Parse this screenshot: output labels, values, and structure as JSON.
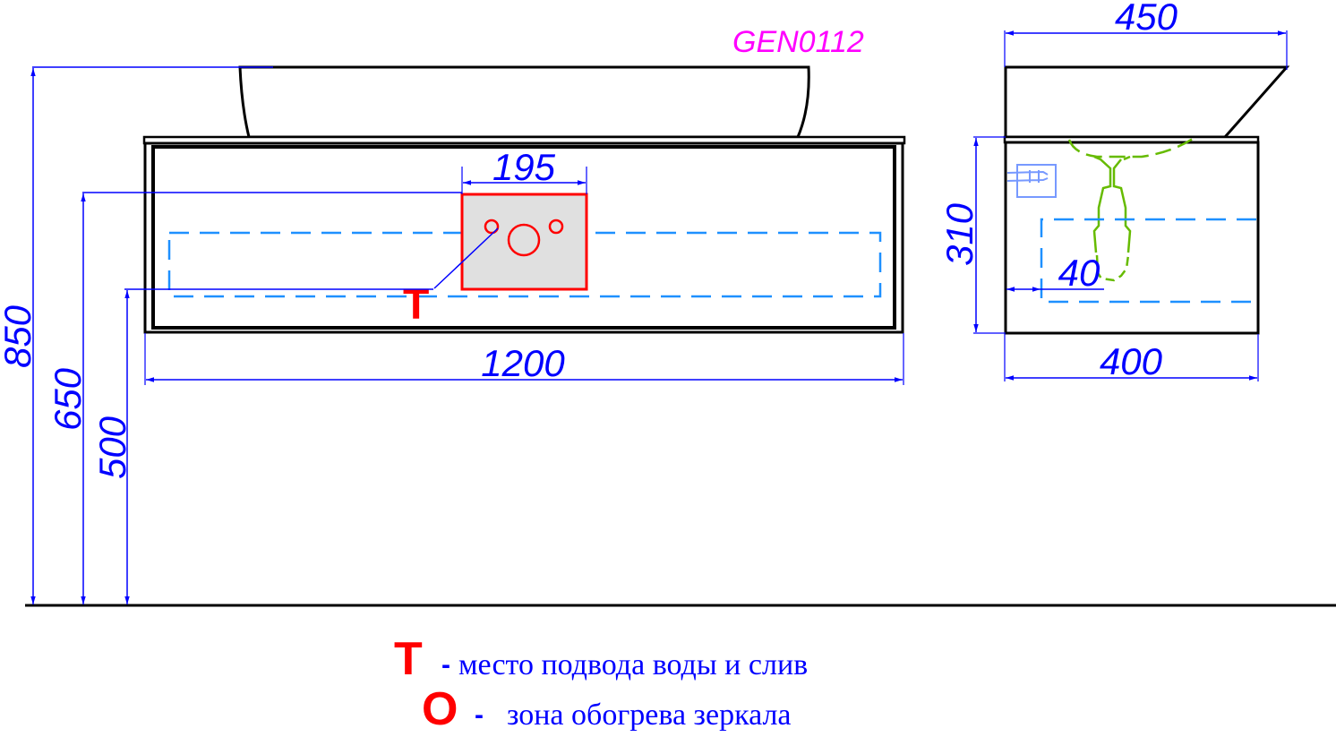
{
  "model": {
    "code": "GEN0112"
  },
  "front_view": {
    "width_label": "1200",
    "service_zone_width_label": "195",
    "height_total_label": "850",
    "height_top_label": "650",
    "height_bottom_label": "500",
    "marker_t": "T"
  },
  "side_view": {
    "top_depth_label": "450",
    "body_depth_label": "400",
    "height_label": "310",
    "offset_label": "40"
  },
  "legend": {
    "items": [
      {
        "mark": "T",
        "dash": "-",
        "text": "место подвода воды и слив"
      },
      {
        "mark": "O",
        "dash": "-",
        "text": "зона обогрева зеркала"
      }
    ]
  },
  "colors": {
    "dimension": "#0000ff",
    "outline": "#000000",
    "service_zone": "#ff0000",
    "service_fill": "#e0e0e0",
    "dashed_zone": "#1e90ff",
    "siphon": "#66bb00",
    "model_code": "#ff00ff"
  }
}
